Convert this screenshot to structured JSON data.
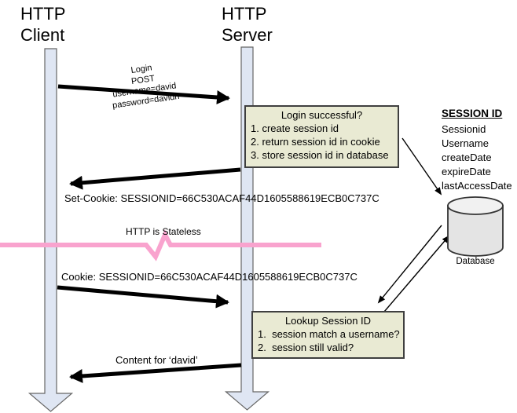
{
  "colors": {
    "lifeline_fill": "#dfe6f3",
    "lifeline_border": "#666666",
    "box_fill": "#e9ead3",
    "box_border": "#3f3f3f",
    "stateless_line": "#f9a3ce",
    "db_fill": "#e4e4e4",
    "db_top_fill": "#f1f1f1",
    "arrow": "#000000"
  },
  "actors": {
    "client": {
      "line1": "HTTP",
      "line2": "Client"
    },
    "server": {
      "line1": "HTTP",
      "line2": "Server"
    }
  },
  "messages": {
    "login_request": {
      "lines": [
        "Login",
        "POST",
        "username=david",
        "password=davidh"
      ]
    },
    "set_cookie_response": "Set-Cookie: SESSIONID=66C530ACAF44D1605588619ECB0C737C",
    "cookie_request": "Cookie: SESSIONID=66C530ACAF44D1605588619ECB0C737C",
    "content_response": "Content for ‘david’"
  },
  "stateless_divider": {
    "label": "HTTP is Stateless"
  },
  "login_box": {
    "title": "Login successful?",
    "items": [
      "1. create session id",
      "2. return session id in cookie",
      "3. store session id in database"
    ]
  },
  "lookup_box": {
    "title": "Lookup Session ID",
    "items": [
      "1.  session match a username?",
      "2.  session still valid?"
    ]
  },
  "session_record": {
    "title": "SESSION ID",
    "fields": [
      "Sessionid",
      "Username",
      "createDate",
      "expireDate",
      "lastAccessDate"
    ]
  },
  "database": {
    "label": "Database"
  }
}
